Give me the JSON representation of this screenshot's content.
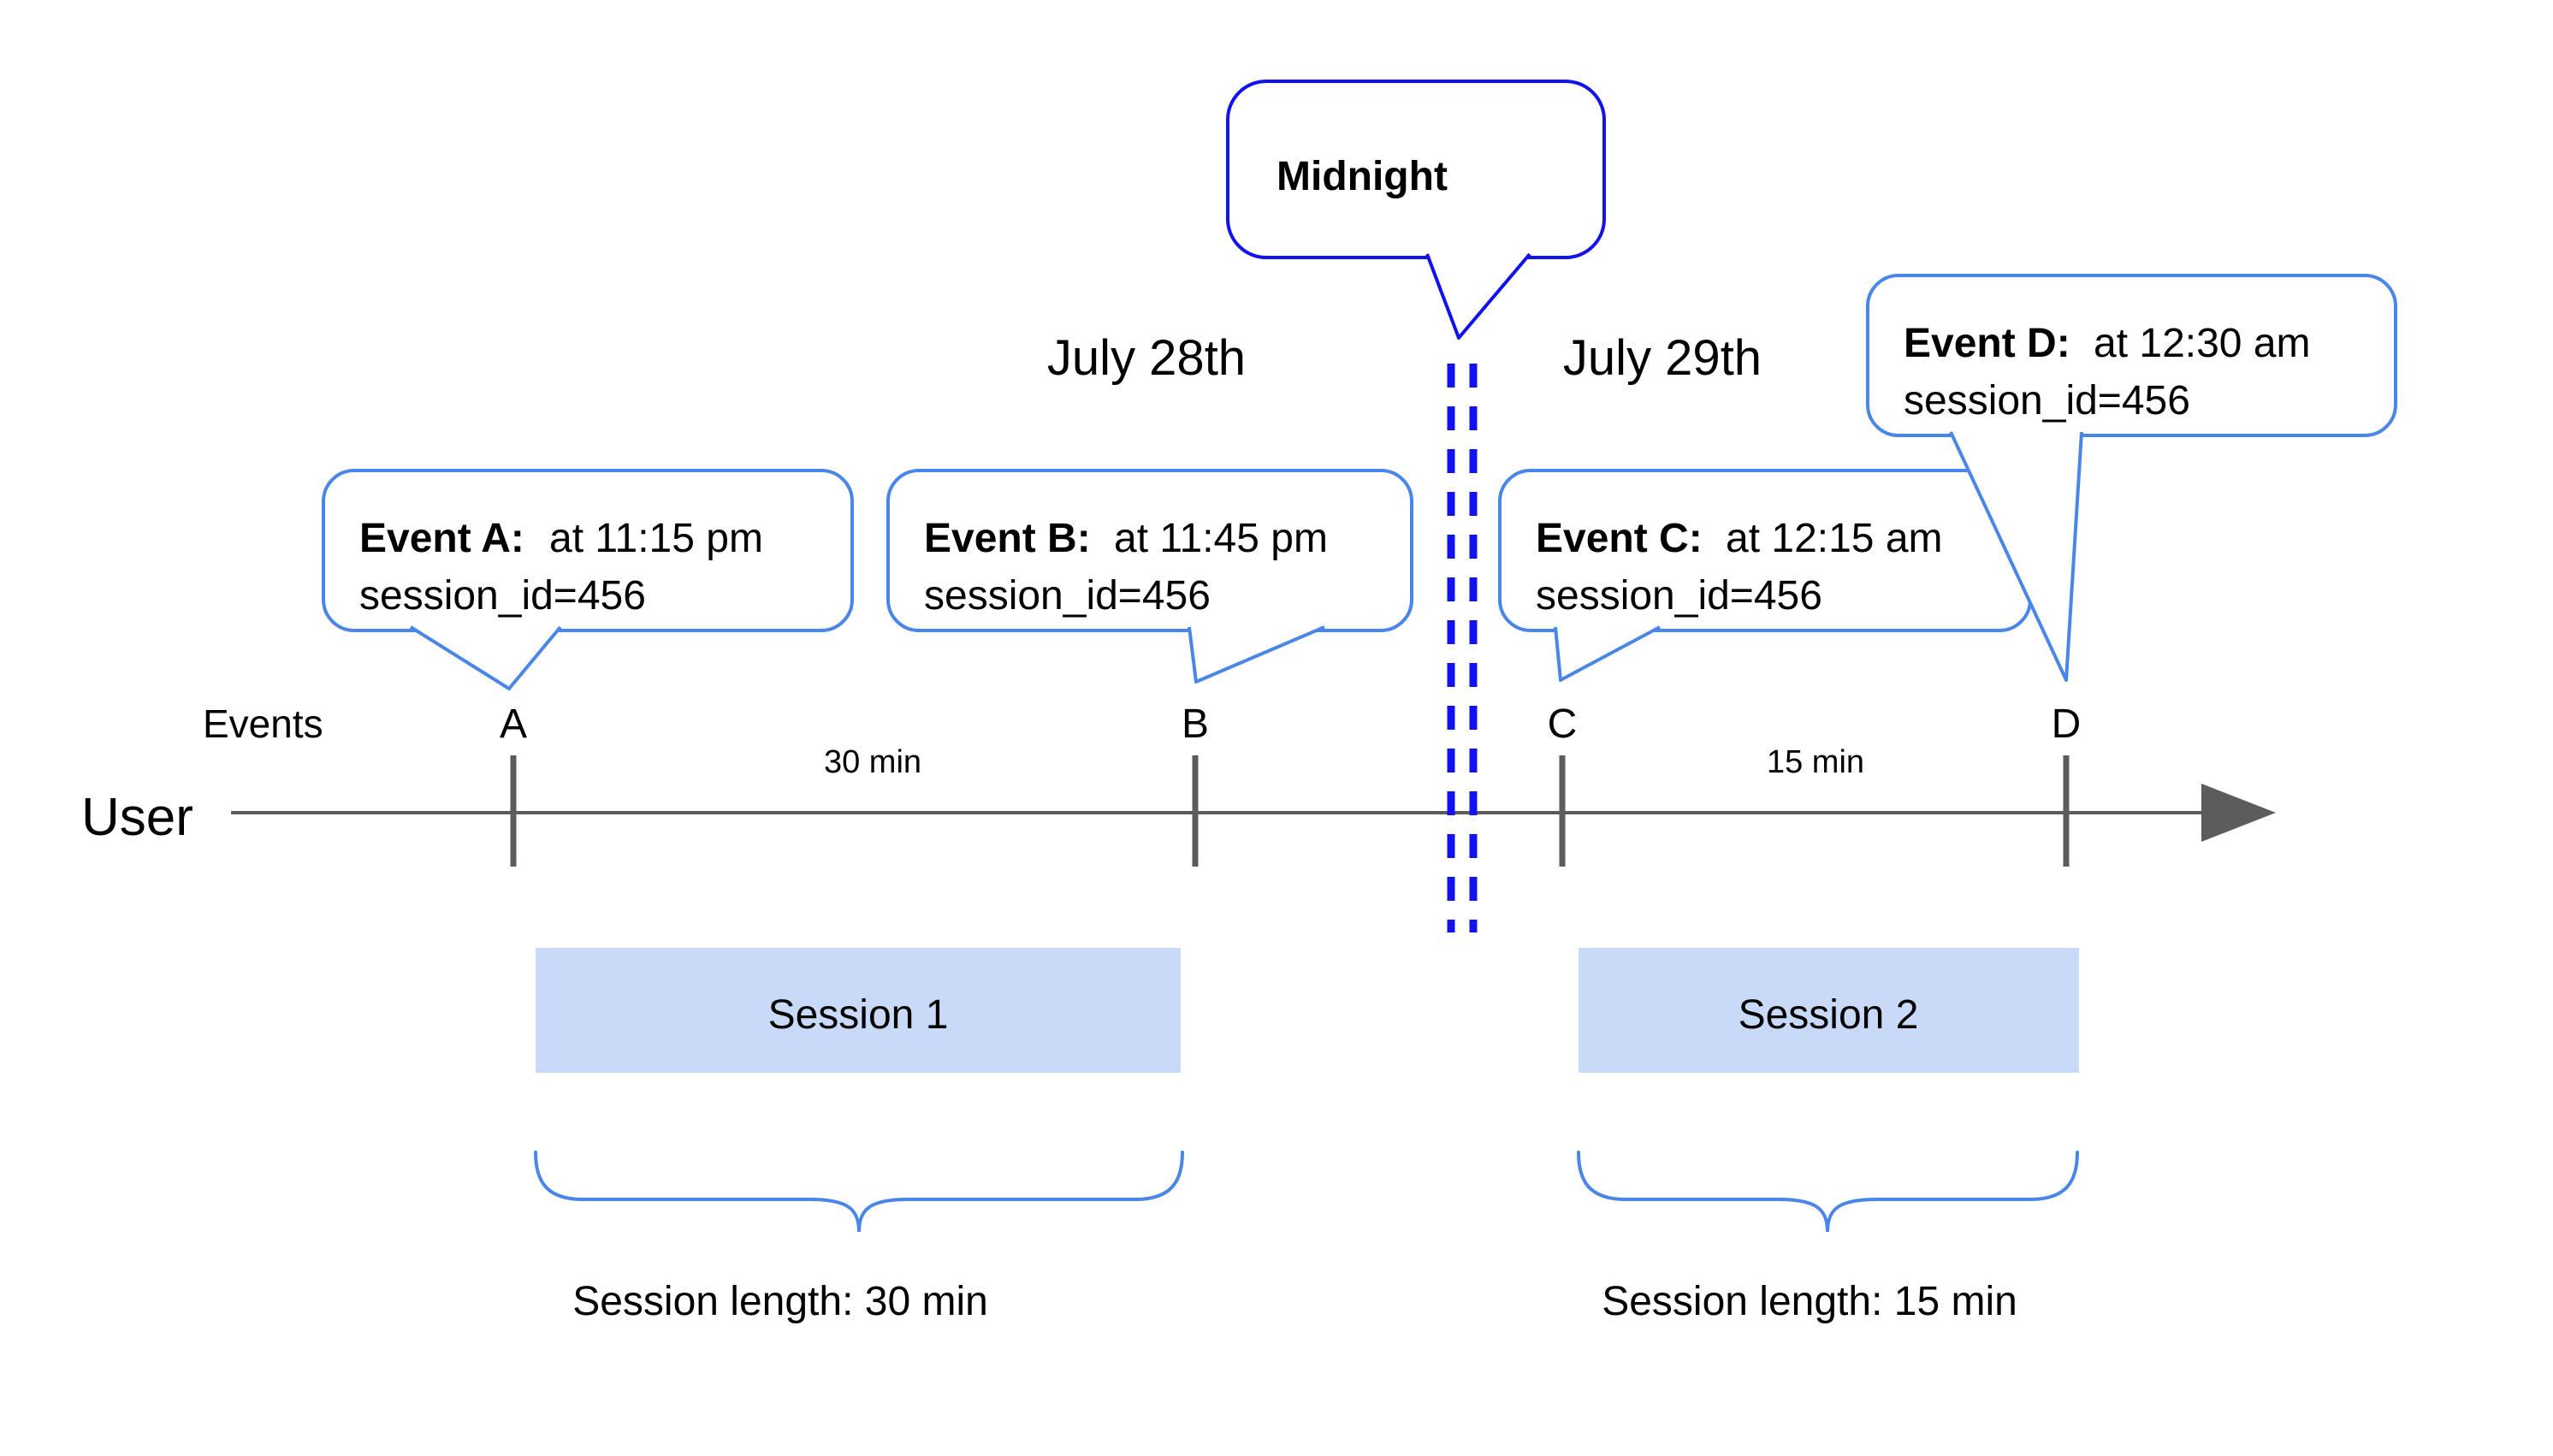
{
  "colors": {
    "accent_blue": "#4a86e8",
    "deep_blue": "#1212ee",
    "session_fill": "#c9daf8",
    "axis_gray": "#5c5c5c"
  },
  "midnight": {
    "label": "Midnight"
  },
  "dates": {
    "left": "July 28th",
    "right": "July 29th"
  },
  "events": [
    {
      "letter": "A",
      "title": "Event A:",
      "time": "at 11:15 pm",
      "session_id": "session_id=456"
    },
    {
      "letter": "B",
      "title": "Event B:",
      "time": "at 11:45 pm",
      "session_id": "session_id=456"
    },
    {
      "letter": "C",
      "title": "Event C:",
      "time": "at 12:15 am",
      "session_id": "session_id=456"
    },
    {
      "letter": "D",
      "title": "Event D:",
      "time": "at 12:30 am",
      "session_id": "session_id=456"
    }
  ],
  "axis": {
    "row_label": "Events",
    "user_label": "User",
    "interval_ab": "30 min",
    "interval_cd": "15 min"
  },
  "sessions": [
    {
      "name": "Session 1",
      "length_label": "Session length: 30 min"
    },
    {
      "name": "Session 2",
      "length_label": "Session length: 15 min"
    }
  ]
}
